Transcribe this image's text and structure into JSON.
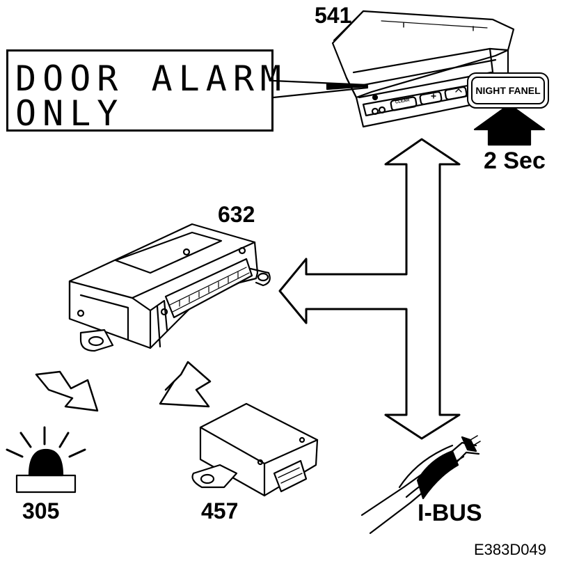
{
  "display": {
    "line1": "DOOR ALARM",
    "line2": "ONLY"
  },
  "components": {
    "instrument_cluster": "541",
    "control_module": "632",
    "alarm_lamp": "305",
    "siren_module": "457",
    "bus": "I-BUS"
  },
  "button": {
    "label": "NIGHT FANEL",
    "hold_time": "2 Sec"
  },
  "cluster_buttons": {
    "left": "CLEAR"
  },
  "figure_id": "E383D049",
  "colors": {
    "ink": "#000000",
    "paper": "#ffffff"
  }
}
